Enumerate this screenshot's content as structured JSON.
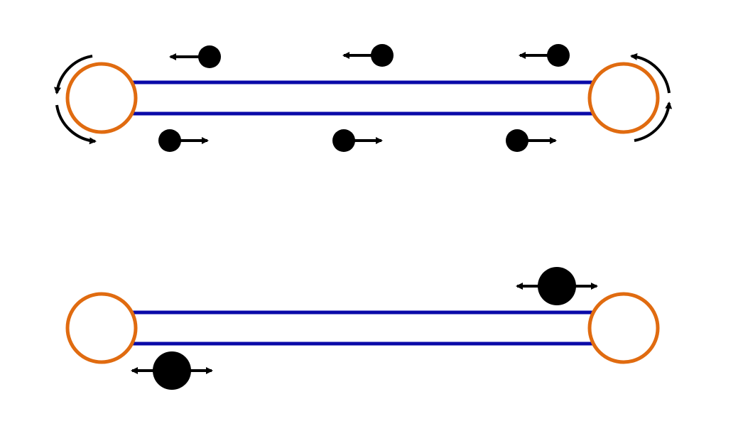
{
  "colors": {
    "background": "#ffffff",
    "rail": "#0a0aa8",
    "wheel": "#e06b10",
    "marker": "#000000"
  },
  "top_assembly": {
    "belt": "two-parallel-rails",
    "wheels": [
      "left-pulley",
      "right-pulley"
    ],
    "rotation_arrows": [
      "curved-arrow",
      "curved-arrow",
      "curved-arrow",
      "curved-arrow"
    ],
    "upper_row": {
      "count": 3,
      "arrow_direction": "left"
    },
    "lower_row": {
      "count": 3,
      "arrow_direction": "right"
    }
  },
  "bottom_assembly": {
    "belt": "two-parallel-rails",
    "wheels": [
      "left-pulley",
      "right-pulley"
    ],
    "particles": {
      "count": 2,
      "arrow_direction": "both"
    }
  }
}
